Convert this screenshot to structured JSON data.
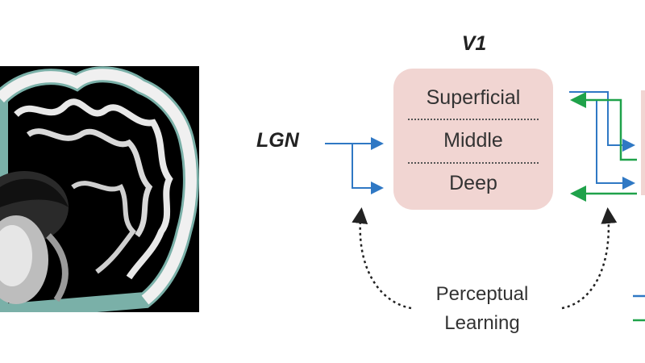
{
  "diagram": {
    "v1_title": "V1",
    "lgn_label": "LGN",
    "v1_layers": [
      "Superficial",
      "Middle",
      "Deep"
    ],
    "perceptual_learning": [
      "Perceptual",
      "Learning"
    ]
  },
  "colors": {
    "feedforward": "#2f78c4",
    "feedback": "#1fa24a",
    "v1_box": "#f1d5d2",
    "brain_background": "#000000"
  },
  "icons": [
    "brain-mri-image",
    "dotted-curved-arrow"
  ]
}
